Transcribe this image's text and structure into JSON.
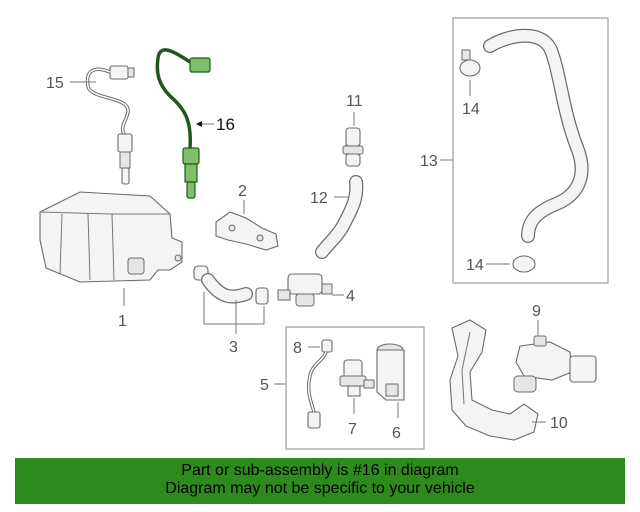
{
  "callouts": {
    "c1": "1",
    "c2": "2",
    "c3": "3",
    "c4": "4",
    "c5": "5",
    "c6": "6",
    "c7": "7",
    "c8": "8",
    "c9": "9",
    "c10": "10",
    "c11": "11",
    "c12": "12",
    "c13": "13",
    "c14a": "14",
    "c14b": "14",
    "c15": "15",
    "c16": "16"
  },
  "highlight_part": "16",
  "colors": {
    "banner": "#2d8b1e",
    "highlight_wire": "#1f5a1a",
    "highlight_fill": "#7fbf6a"
  },
  "banner": {
    "line1": "Part or sub-assembly is #16 in diagram",
    "line2": "Diagram may not be specific to your vehicle"
  }
}
